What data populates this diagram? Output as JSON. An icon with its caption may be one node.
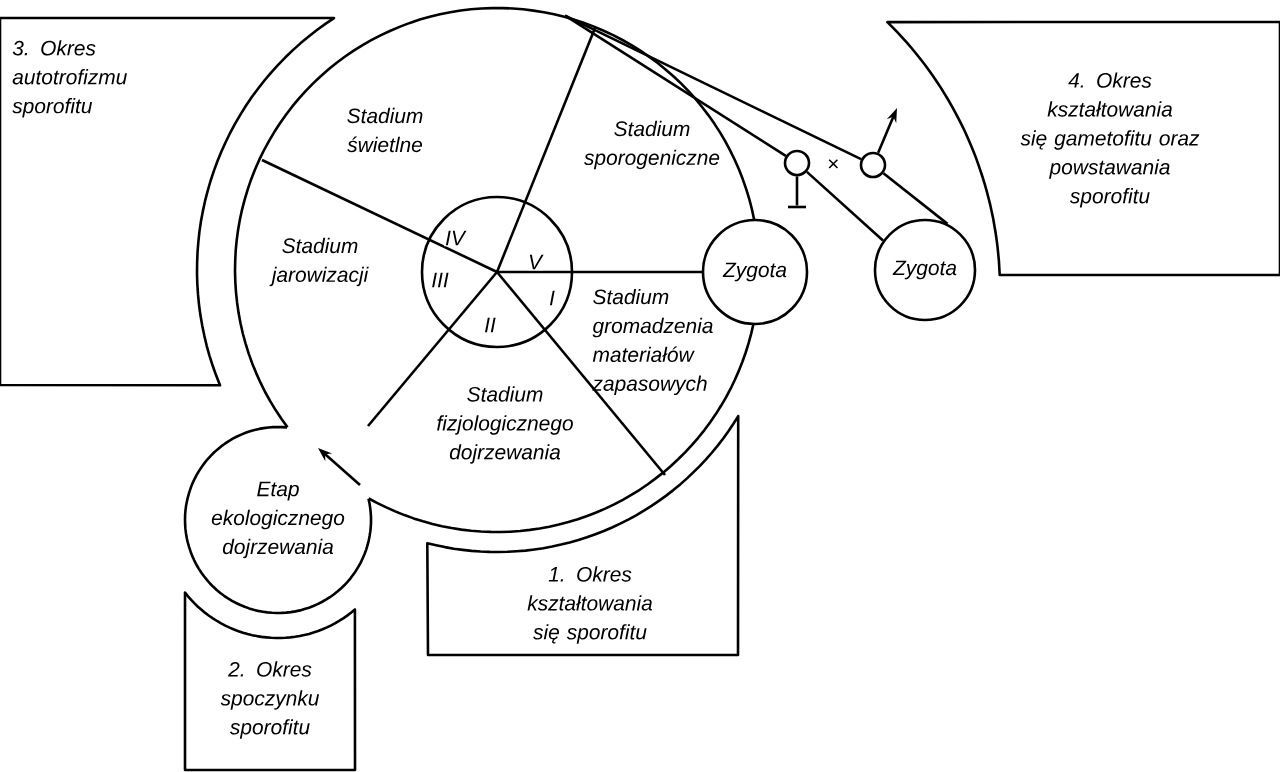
{
  "diagram": {
    "nodes": [
      {
        "text": [],
        "shape": "circle"
      },
      {
        "text": [
          "IV",
          "V",
          "I",
          "II",
          "III"
        ],
        "in": 0
      },
      {
        "text": [
          "Zygota"
        ]
      },
      {
        "text": [
          "Zygota"
        ]
      },
      {
        "text": [
          "Etap ekologicznego dojrzewania"
        ]
      },
      {
        "text": [
          "3. Okres autotrofizmu sporofitu"
        ]
      },
      {
        "text": [
          "4. Okres kształtowania się gametofitu oraz powstawania sporofitu"
        ]
      },
      {
        "text": [
          "1. Okres kształtowania się sporofitu"
        ]
      },
      {
        "text": [
          "2. Okres spoczynku sporofitu"
        ]
      },
      {
        "text": [],
        "shape": "circle"
      },
      {
        "text": [],
        "shape": "circle"
      },
      {
        "text": [],
        "shape": "bar"
      }
    ],
    "edges": [
      {
        "from": 0,
        "to": 9,
        "arrow": "none"
      },
      {
        "from": 9,
        "to": 3,
        "arrow": "none"
      },
      {
        "from": 0,
        "to": 10,
        "arrow": "none"
      },
      {
        "from": 10,
        "to": 3,
        "arrow": "none"
      },
      {
        "from": 10,
        "to": null,
        "arrow": "to"
      },
      {
        "from": 9,
        "to": 11,
        "arrow": "none"
      }
    ],
    "labels": [
      "Stadium świetlne",
      "Stadium sporogeniczne",
      "×",
      "Stadium jarowizacji",
      "Stadium gromadzenia materiałów zapasowych",
      "Stadium fizjologicznego dojrzewania"
    ]
  }
}
